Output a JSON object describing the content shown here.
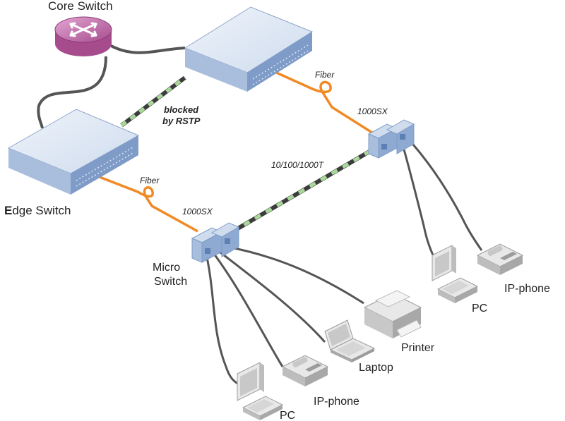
{
  "labels": {
    "core_switch": "Core Switch",
    "edge_switch_prefix": "E",
    "edge_switch_rest": "dge Switch",
    "micro_switch_line1": "Micro",
    "micro_switch_line2": "Switch",
    "fiber_top": "Fiber",
    "fiber_left": "Fiber",
    "sx_top": "1000SX",
    "sx_left": "1000SX",
    "copper_link": "10/100/1000T",
    "blocked_line1": "blocked",
    "blocked_line2": "by RSTP",
    "pc_right": "PC",
    "ipphone_right": "IP-phone",
    "printer": "Printer",
    "laptop": "Laptop",
    "ipphone_bottom": "IP-phone",
    "pc_bottom": "PC"
  },
  "colors": {
    "switch_top": "#dce6f4",
    "switch_side": "#a9bedc",
    "switch_front": "#7f9cc8",
    "fiber": "#f08a24",
    "cable": "#555555",
    "blocked_link_light": "#a9d99a",
    "core_router": "#b85c9e",
    "device_light": "#e8e8e8",
    "device_mid": "#c8c8c8",
    "device_dark": "#9c9c9c"
  },
  "icons": {
    "core_switch": "router-icon",
    "top_switch": "switch-icon",
    "edge_switch": "switch-icon",
    "micro_switch_left": "media-converter-icon",
    "micro_switch_right": "media-converter-icon",
    "pc": "desktop-computer-icon",
    "ipphone": "ip-phone-icon",
    "printer": "printer-icon",
    "laptop": "laptop-icon"
  }
}
